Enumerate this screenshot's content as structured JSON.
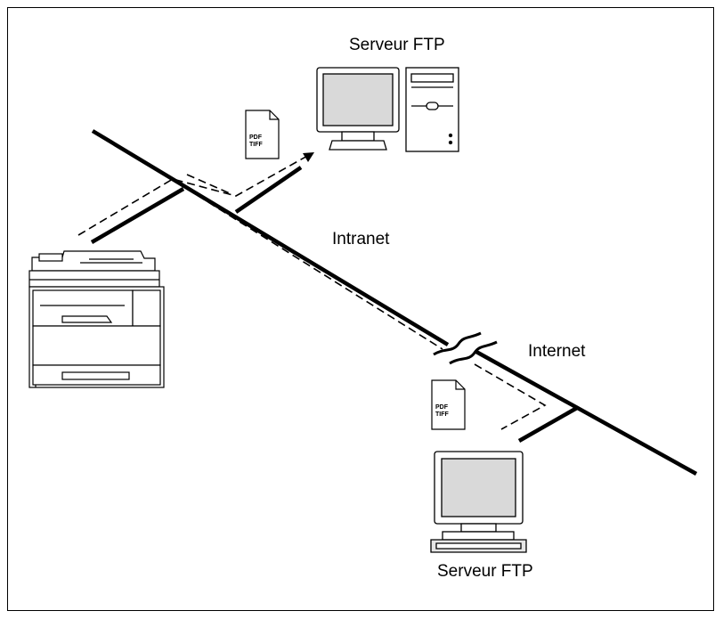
{
  "labels": {
    "ftp_server_top": "Serveur FTP",
    "intranet": "Intranet",
    "internet": "Internet",
    "ftp_server_bottom": "Serveur FTP"
  },
  "documents": {
    "top": {
      "line1": "PDF",
      "line2": "TIFF"
    },
    "bottom": {
      "line1": "PDF",
      "line2": "TIFF"
    }
  },
  "colors": {
    "line": "#000000",
    "screen": "#d9d9d9",
    "background": "#ffffff"
  }
}
